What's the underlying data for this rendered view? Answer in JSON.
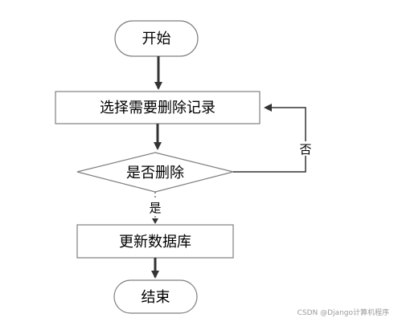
{
  "diagram": {
    "nodes": {
      "start": {
        "label": "开始",
        "shape": "terminator"
      },
      "select": {
        "label": "选择需要删除记录",
        "shape": "process"
      },
      "decision": {
        "label": "是否删除",
        "shape": "decision"
      },
      "update": {
        "label": "更新数据库",
        "shape": "process"
      },
      "end": {
        "label": "结束",
        "shape": "terminator"
      }
    },
    "edges": {
      "yes_label": "是",
      "no_label": "否"
    },
    "colors": {
      "node_fill": "#ffffff",
      "stroke": "#7f7f7f",
      "arrow": "#333333",
      "text": "#000000"
    }
  },
  "watermark": "CSDN @Django计算机程序"
}
